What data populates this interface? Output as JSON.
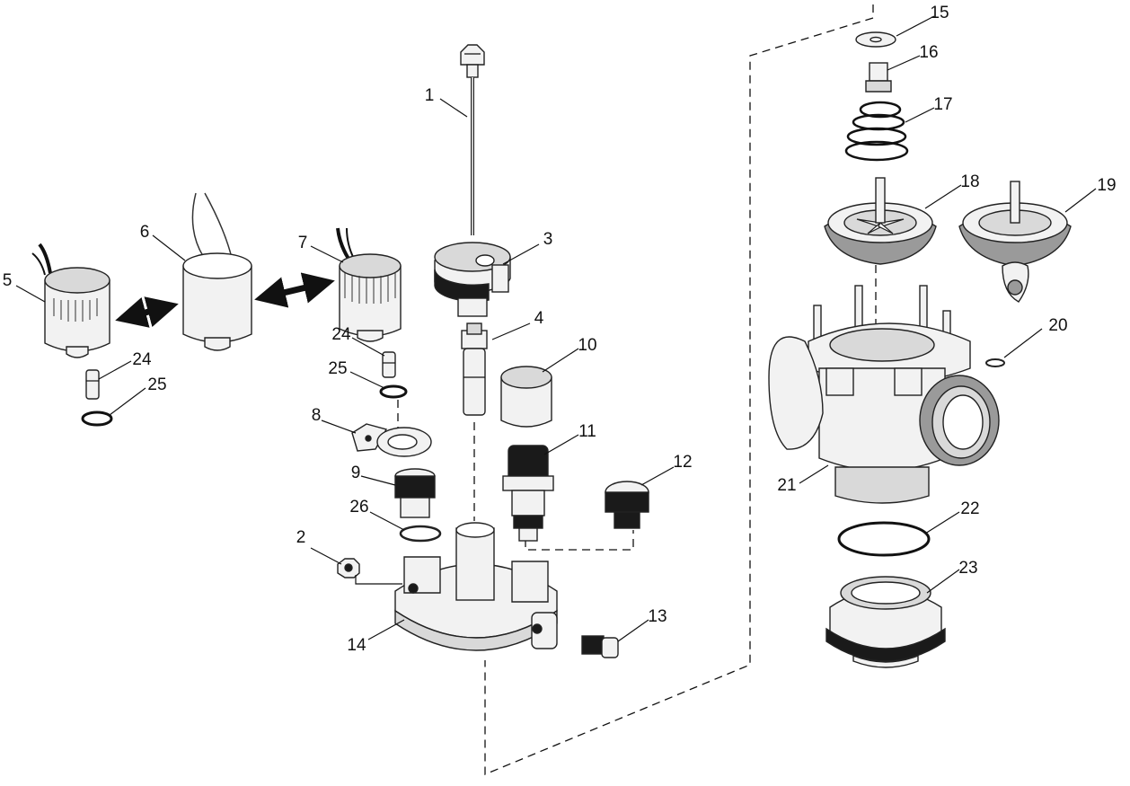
{
  "diagram": {
    "type": "exploded-parts-view",
    "colors": {
      "line": "#111111",
      "part_fill": "#f2f2f2",
      "shade": "#d9d9d9",
      "dark": "#1a1a1a",
      "background": "#ffffff"
    },
    "callouts": [
      "1",
      "2",
      "3",
      "4",
      "5",
      "6",
      "7",
      "8",
      "9",
      "10",
      "11",
      "12",
      "13",
      "14",
      "15",
      "16",
      "17",
      "18",
      "19",
      "20",
      "21",
      "22",
      "23",
      "24",
      "24",
      "25",
      "25",
      "26"
    ]
  }
}
